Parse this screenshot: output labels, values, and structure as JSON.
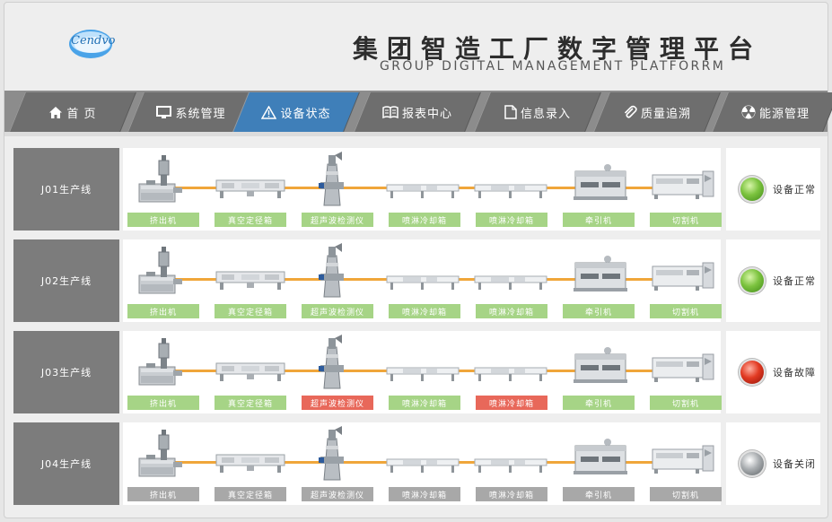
{
  "header": {
    "logo_text": "Cendvo",
    "title_cn": "集团智造工厂数字管理平台",
    "title_en": "GROUP DIGITAL MANAGEMENT PLATFORRM"
  },
  "nav": {
    "tabs": [
      {
        "label": "首 页",
        "icon": "home-icon"
      },
      {
        "label": "系统管理",
        "icon": "monitor-icon"
      },
      {
        "label": "设备状态",
        "icon": "warning-icon",
        "active": true
      },
      {
        "label": "报表中心",
        "icon": "book-icon"
      },
      {
        "label": "信息录入",
        "icon": "document-icon"
      },
      {
        "label": "质量追溯",
        "icon": "paperclip-icon"
      },
      {
        "label": "能源管理",
        "icon": "radiation-icon"
      }
    ]
  },
  "colors": {
    "label_ok": "#a6d486",
    "label_fault": "#e8685a",
    "label_off": "#a8a8a8",
    "conveyor": "#f0a63a",
    "nav_active": "#3f7fb9"
  },
  "lines": [
    {
      "name": "J01生产线",
      "status": "设备正常",
      "lamp": "green",
      "machines": [
        {
          "label": "挤出机",
          "state": "ok"
        },
        {
          "label": "真空定径箱",
          "state": "ok"
        },
        {
          "label": "超声波检测仪",
          "state": "ok"
        },
        {
          "label": "喷淋冷却箱",
          "state": "ok"
        },
        {
          "label": "喷淋冷却箱",
          "state": "ok"
        },
        {
          "label": "牵引机",
          "state": "ok"
        },
        {
          "label": "切割机",
          "state": "ok"
        }
      ]
    },
    {
      "name": "J02生产线",
      "status": "设备正常",
      "lamp": "green",
      "machines": [
        {
          "label": "挤出机",
          "state": "ok"
        },
        {
          "label": "真空定径箱",
          "state": "ok"
        },
        {
          "label": "超声波检测仪",
          "state": "ok"
        },
        {
          "label": "喷淋冷却箱",
          "state": "ok"
        },
        {
          "label": "喷淋冷却箱",
          "state": "ok"
        },
        {
          "label": "牵引机",
          "state": "ok"
        },
        {
          "label": "切割机",
          "state": "ok"
        }
      ]
    },
    {
      "name": "J03生产线",
      "status": "设备故障",
      "lamp": "red",
      "machines": [
        {
          "label": "挤出机",
          "state": "ok"
        },
        {
          "label": "真空定径箱",
          "state": "ok"
        },
        {
          "label": "超声波检测仪",
          "state": "fault"
        },
        {
          "label": "喷淋冷却箱",
          "state": "ok"
        },
        {
          "label": "喷淋冷却箱",
          "state": "fault"
        },
        {
          "label": "牵引机",
          "state": "ok"
        },
        {
          "label": "切割机",
          "state": "ok"
        }
      ]
    },
    {
      "name": "J04生产线",
      "status": "设备关闭",
      "lamp": "gray",
      "machines": [
        {
          "label": "挤出机",
          "state": "off"
        },
        {
          "label": "真空定径箱",
          "state": "off"
        },
        {
          "label": "超声波检测仪",
          "state": "off"
        },
        {
          "label": "喷淋冷却箱",
          "state": "off"
        },
        {
          "label": "喷淋冷却箱",
          "state": "off"
        },
        {
          "label": "牵引机",
          "state": "off"
        },
        {
          "label": "切割机",
          "state": "off"
        }
      ]
    }
  ]
}
